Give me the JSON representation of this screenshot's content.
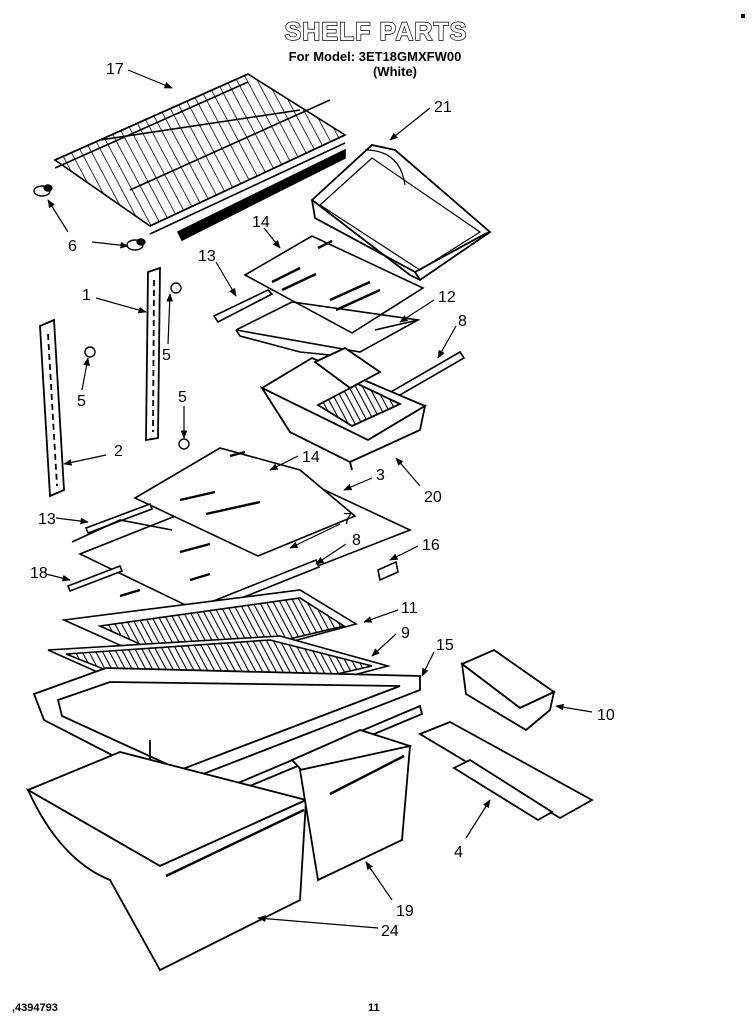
{
  "header": {
    "title": "SHELF PARTS",
    "model_line": "For Model: 3ET18GMXFW00",
    "color_line": "(White)"
  },
  "footer": {
    "doc_number": ",4394793",
    "page_number": "11"
  },
  "callouts": [
    {
      "id": "c17",
      "label": "17"
    },
    {
      "id": "c21",
      "label": "21"
    },
    {
      "id": "c6",
      "label": "6"
    },
    {
      "id": "c14a",
      "label": "14"
    },
    {
      "id": "c13a",
      "label": "13"
    },
    {
      "id": "c12",
      "label": "12"
    },
    {
      "id": "c1",
      "label": "1"
    },
    {
      "id": "c5a",
      "label": "5"
    },
    {
      "id": "c8a",
      "label": "8"
    },
    {
      "id": "c5b",
      "label": "5"
    },
    {
      "id": "c5c",
      "label": "5"
    },
    {
      "id": "c2",
      "label": "2"
    },
    {
      "id": "c14b",
      "label": "14"
    },
    {
      "id": "c3",
      "label": "3"
    },
    {
      "id": "c20",
      "label": "20"
    },
    {
      "id": "c13b",
      "label": "13"
    },
    {
      "id": "c7",
      "label": "7"
    },
    {
      "id": "c8b",
      "label": "8"
    },
    {
      "id": "c16",
      "label": "16"
    },
    {
      "id": "c18",
      "label": "18"
    },
    {
      "id": "c11",
      "label": "11"
    },
    {
      "id": "c9",
      "label": "9"
    },
    {
      "id": "c15",
      "label": "15"
    },
    {
      "id": "c10",
      "label": "10"
    },
    {
      "id": "c4",
      "label": "4"
    },
    {
      "id": "c19",
      "label": "19"
    },
    {
      "id": "c24",
      "label": "24"
    }
  ]
}
